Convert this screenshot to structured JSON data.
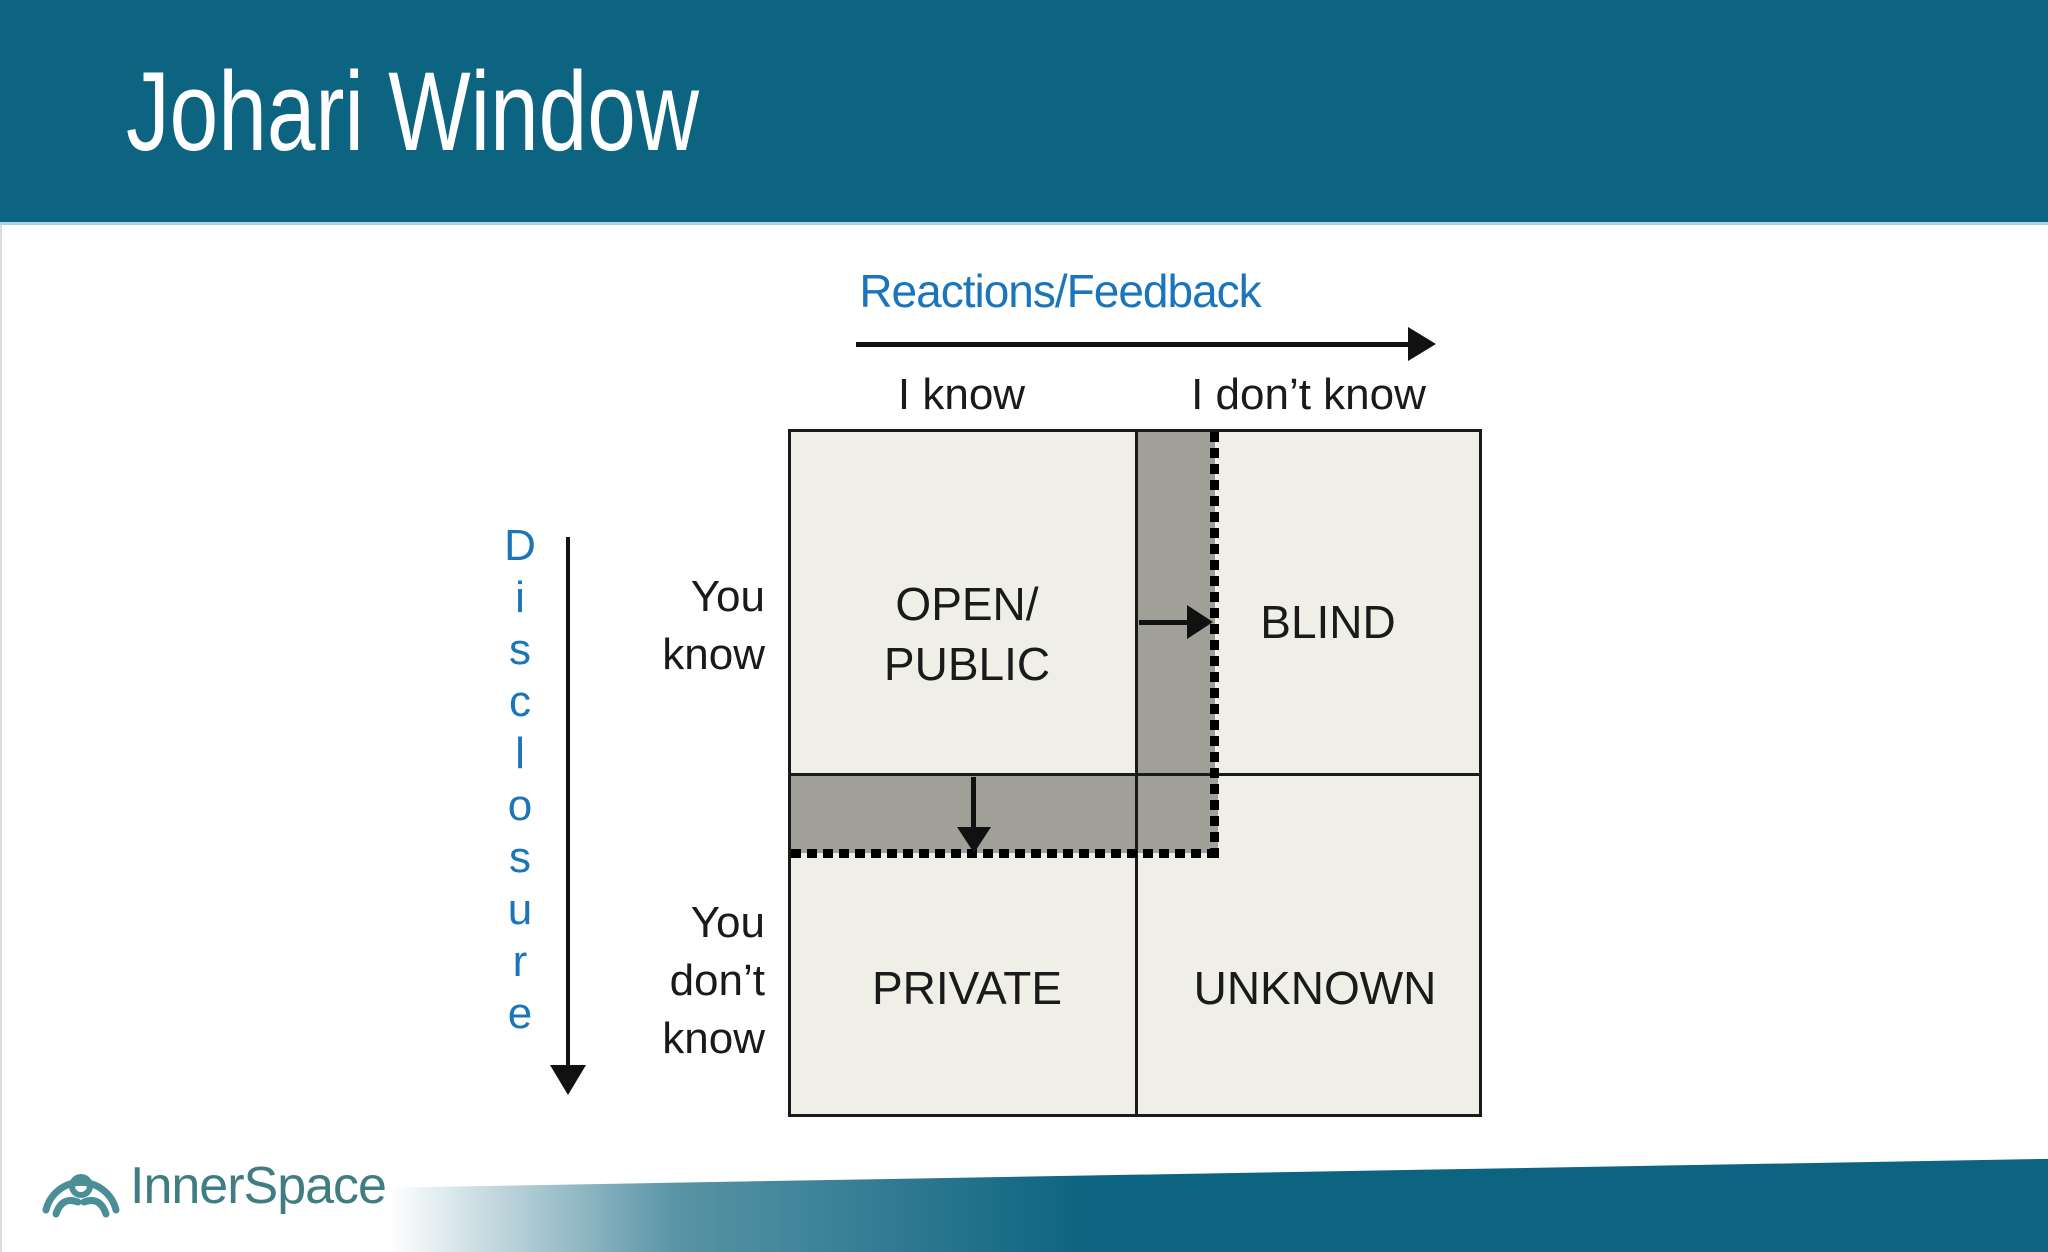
{
  "slide": {
    "title": "Johari Window"
  },
  "axes": {
    "horizontal": {
      "label": "Reactions/Feedback"
    },
    "vertical": {
      "word": "Disclosure",
      "letters": [
        "D",
        "i",
        "s",
        "c",
        "l",
        "o",
        "s",
        "u",
        "r",
        "e"
      ]
    }
  },
  "columns": {
    "left": "I know",
    "right": "I don’t know"
  },
  "rows": {
    "top": {
      "lines": [
        "You",
        "know"
      ]
    },
    "bottom": {
      "lines": [
        "You",
        "don’t",
        "know"
      ]
    }
  },
  "quadrants": {
    "open": {
      "lines": [
        "OPEN/",
        "PUBLIC"
      ]
    },
    "blind": {
      "label": "BLIND"
    },
    "private": {
      "label": "PRIVATE"
    },
    "unknown": {
      "label": "UNKNOWN"
    }
  },
  "footer": {
    "logo_text": "InnerSpace"
  },
  "colors": {
    "header_bg": "#0d6480",
    "header_underline": "#a9d3e2",
    "accent_blue": "#1b75bb",
    "quadrant_fill": "#f0efe7",
    "expansion_band_gray": "#a09f98",
    "line_black": "#111111",
    "logo_teal": "#3f7d83"
  }
}
